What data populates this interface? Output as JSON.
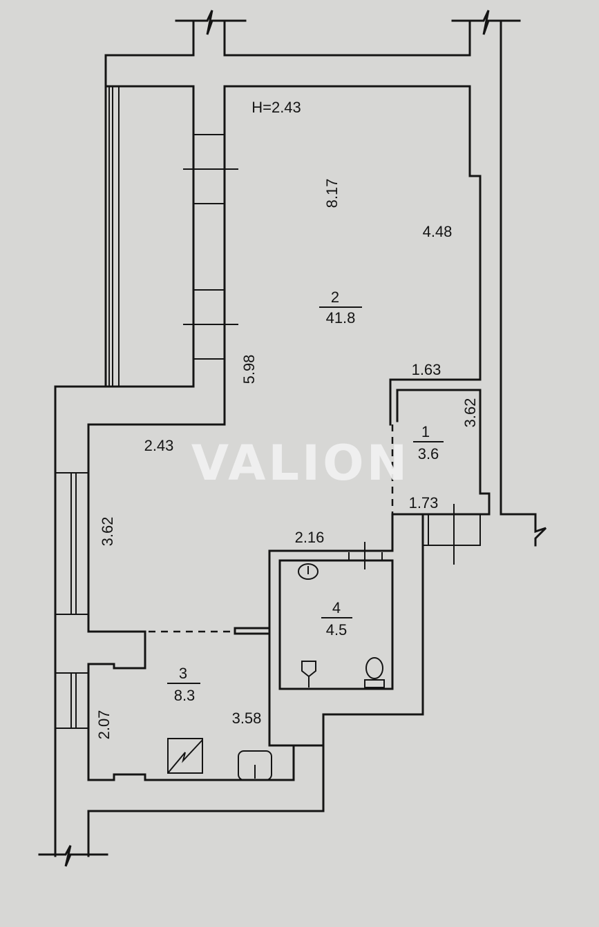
{
  "plan": {
    "ceiling_height": "H=2.43",
    "watermark": "VALION",
    "rooms": [
      {
        "number": "1",
        "area": "3.6"
      },
      {
        "number": "2",
        "area": "41.8"
      },
      {
        "number": "3",
        "area": "8.3"
      },
      {
        "number": "4",
        "area": "4.5"
      }
    ],
    "dimensions": {
      "room2_length": "8.17",
      "room2_width": "4.48",
      "room2_left": "5.98",
      "room1_top": "1.63",
      "room1_side": "3.62",
      "room1_bottom": "1.73",
      "hall_width": "2.43",
      "hall_length": "3.62",
      "wc_width": "2.16",
      "room3_width": "3.58",
      "room3_side": "2.07"
    },
    "colors": {
      "background": "#d7d7d5",
      "lines": "#141414"
    }
  }
}
